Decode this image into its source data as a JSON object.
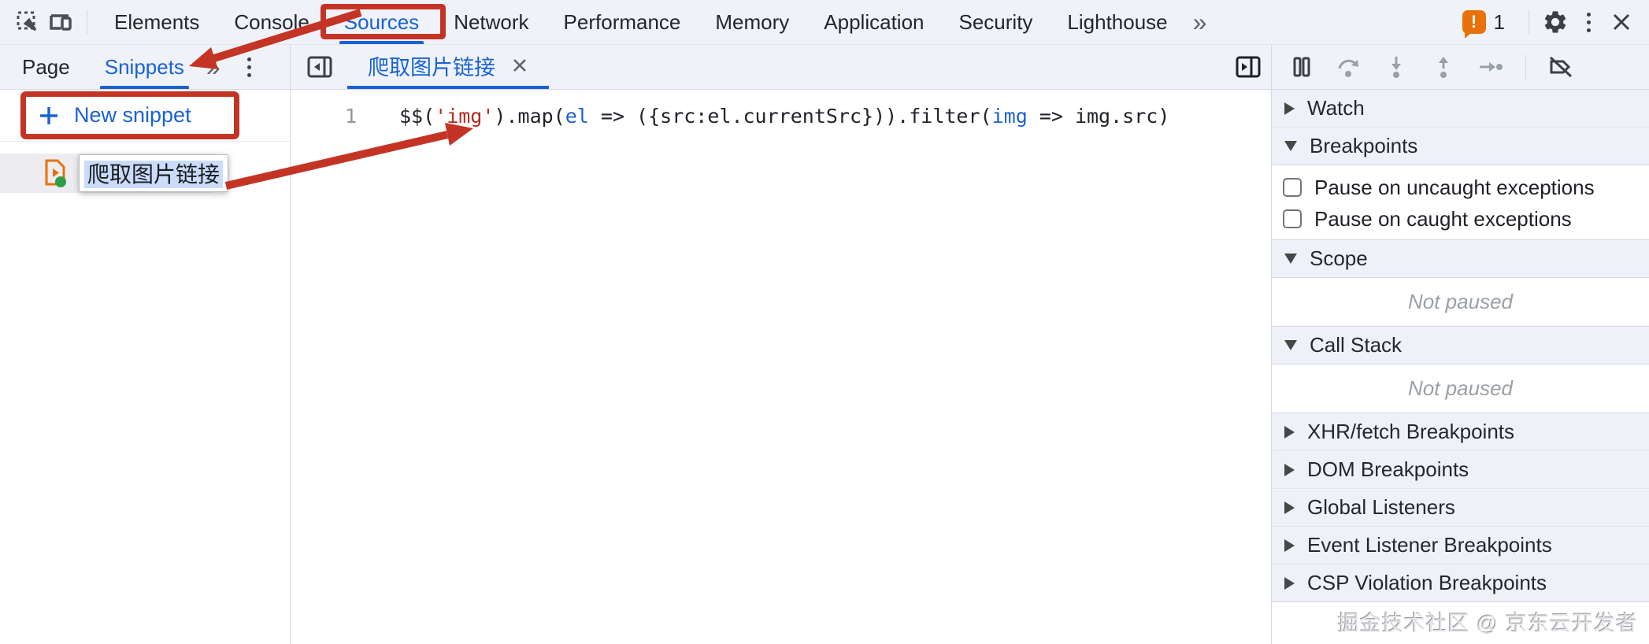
{
  "colors": {
    "accent_blue": "#1a62d4",
    "annotation_red": "#c43425",
    "badge_orange": "#e8710a",
    "code_string_red": "#b02c21",
    "snippet_icon_orange": "#e8710a",
    "snippet_icon_green": "#2f9e44"
  },
  "topbar": {
    "tabs": [
      "Elements",
      "Console",
      "Sources",
      "Network",
      "Performance",
      "Memory",
      "Application",
      "Security",
      "Lighthouse"
    ],
    "active_tab": "Sources",
    "overflow_chevron": "»",
    "error_count": "1"
  },
  "navigator": {
    "tabs": [
      "Page",
      "Snippets"
    ],
    "active_tab": "Snippets",
    "overflow_chevron": "»",
    "new_snippet_label": "New snippet",
    "snippet_item": {
      "name": "爬取图片链接"
    }
  },
  "editor": {
    "tab": {
      "label": "爬取图片链接"
    },
    "line_number": "1",
    "code": [
      {
        "text": "$$(",
        "style": "plain"
      },
      {
        "text": "'img'",
        "style": "string"
      },
      {
        "text": ").map(",
        "style": "plain"
      },
      {
        "text": "el",
        "style": "variable"
      },
      {
        "text": " => ({src:el.currentSrc})).filter(",
        "style": "plain"
      },
      {
        "text": "img",
        "style": "variable"
      },
      {
        "text": " => img.src)",
        "style": "plain"
      }
    ]
  },
  "debugger": {
    "watch": {
      "label": "Watch"
    },
    "breakpoints": {
      "label": "Breakpoints",
      "checkboxes": [
        {
          "label": "Pause on uncaught exceptions",
          "checked": false
        },
        {
          "label": "Pause on caught exceptions",
          "checked": false
        }
      ]
    },
    "scope": {
      "label": "Scope",
      "status": "Not paused"
    },
    "call_stack": {
      "label": "Call Stack",
      "status": "Not paused"
    },
    "collapsed_sections": [
      "XHR/fetch Breakpoints",
      "DOM Breakpoints",
      "Global Listeners",
      "Event Listener Breakpoints",
      "CSP Violation Breakpoints"
    ]
  },
  "watermark": "掘金技术社区 @ 京东云开发者"
}
